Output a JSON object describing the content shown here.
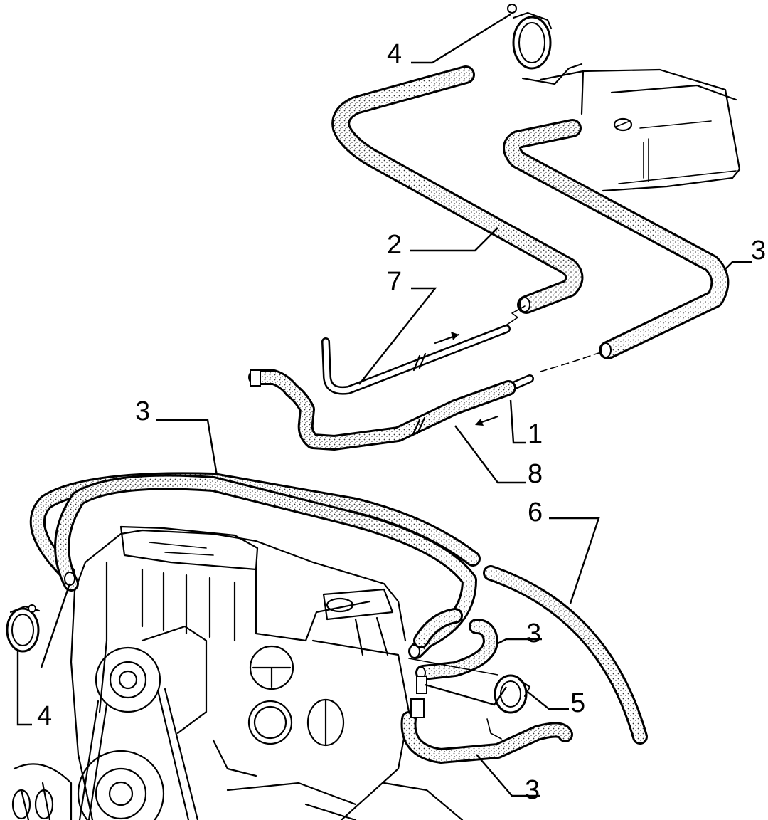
{
  "colors": {
    "ink": "#000000",
    "paper": "#ffffff",
    "hose_fill": "#d6d6d6"
  },
  "callouts": [
    {
      "id": "c4-top",
      "text": "4"
    },
    {
      "id": "c2",
      "text": "2"
    },
    {
      "id": "c3-right",
      "text": "3"
    },
    {
      "id": "c7",
      "text": "7"
    },
    {
      "id": "c1",
      "text": "1"
    },
    {
      "id": "c8",
      "text": "8"
    },
    {
      "id": "c3-left",
      "text": "3"
    },
    {
      "id": "c6",
      "text": "6"
    },
    {
      "id": "c3-mid",
      "text": "3"
    },
    {
      "id": "c5",
      "text": "5"
    },
    {
      "id": "c4-left",
      "text": "4"
    },
    {
      "id": "c3-bottom",
      "text": "3"
    }
  ]
}
